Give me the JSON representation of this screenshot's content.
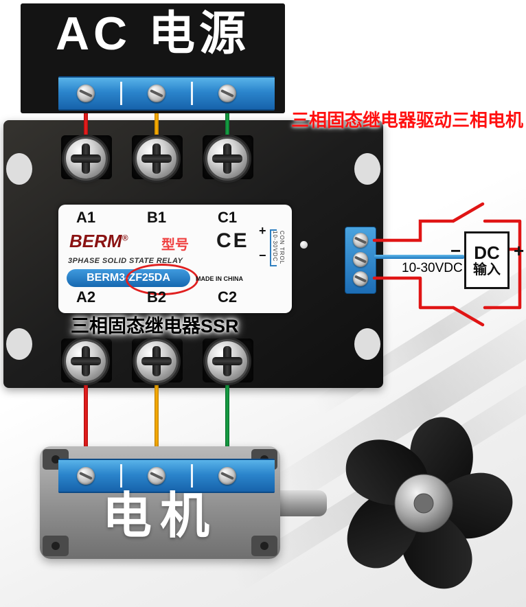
{
  "annotation": {
    "title": "三相固态继电器驱动三相电机"
  },
  "ac_power": {
    "label": "AC 电源"
  },
  "ssr": {
    "terminals_top": [
      "A1",
      "B1",
      "C1"
    ],
    "terminals_bottom": [
      "A2",
      "B2",
      "C2"
    ],
    "brand": "BERM",
    "brand_mark": "®",
    "model_field_label": "型号",
    "ce_mark": "CE",
    "type_line": "3PHASE SOLID STATE RELAY",
    "model_number": "BERM3-ZF25DA",
    "made_in": "MADE IN CHINA",
    "control_text": "CON TROL",
    "control_voltage": "10-30VDC",
    "plus": "+",
    "minus": "−",
    "caption": "三相固态继电器SSR"
  },
  "dc_input": {
    "minus": "−",
    "plus": "+",
    "name_line1": "DC",
    "name_line2": "输入",
    "voltage": "10-30VDC"
  },
  "motor": {
    "label": "电机"
  },
  "wiring": {
    "phase_wire_colors": [
      "red",
      "yellow",
      "green"
    ],
    "dc_positive_color": "red",
    "dc_negative_color": "blue"
  },
  "colors": {
    "wire_red": "#e01515",
    "wire_yellow": "#f5a800",
    "wire_green": "#0e8c3a",
    "wire_blue": "#1e9ad6",
    "terminal_blue": "#1f7fd0",
    "annotation_red": "#ff1010"
  }
}
